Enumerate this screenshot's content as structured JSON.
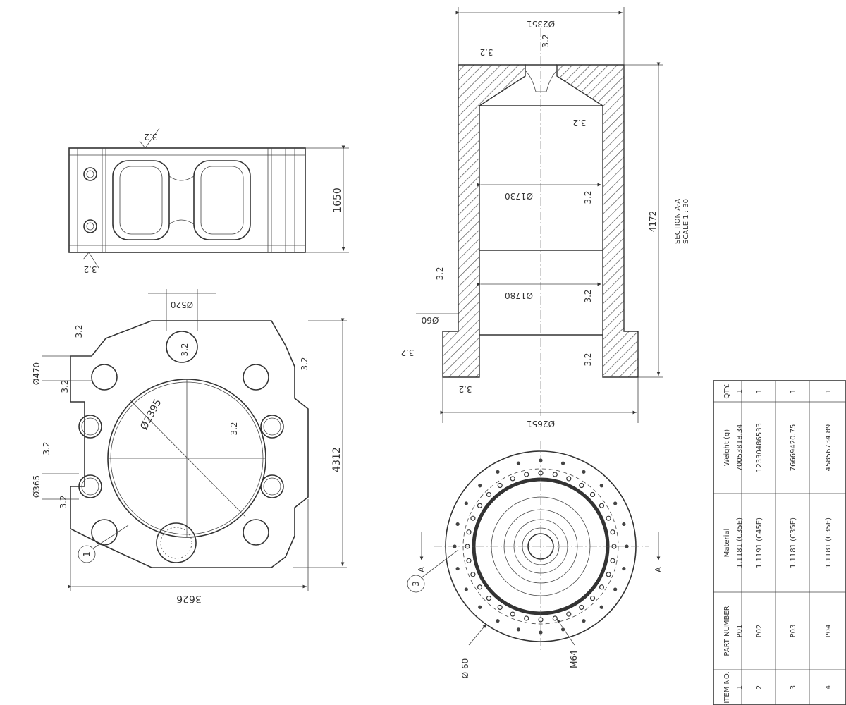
{
  "top_view": {
    "height_dim": "1650",
    "surface_top": "3.2",
    "surface_bottom": "3.2"
  },
  "plate_view": {
    "bore_dia": "Ø2395",
    "height_dim": "4312",
    "width_dim": "3626",
    "hole_top": "Ø520",
    "hole_left_top": "Ø470",
    "hole_left_mid": "Ø365",
    "surface_marks": [
      "3.2",
      "3.2",
      "3.2",
      "3.2",
      "3.2",
      "3.2",
      "3.2"
    ],
    "balloon": "1"
  },
  "section_view": {
    "top_dia": "Ø2351",
    "upper_bore": "Ø1730",
    "lower_bore": "Ø1780",
    "bottom_dia": "Ø2651",
    "small_dia": "Ø60",
    "height_dim": "4172",
    "title": "SECTION A-A",
    "scale": "SCALE 1 : 30",
    "surface_marks": [
      "3.2",
      "3.2",
      "3.2",
      "3.2",
      "3.2",
      "3.2",
      "3.2",
      "3.2",
      "3.2"
    ]
  },
  "flange_view": {
    "hole_dia": "Ø 60",
    "thread": "M64",
    "cut_label": "A",
    "balloon": "3"
  },
  "bom": {
    "headers": [
      "ITEM NO.",
      "PART NUMBER",
      "Material",
      "Weight (g)",
      "QTY."
    ],
    "rows": [
      [
        "1",
        "P01",
        "1.1181 (C35E)",
        "70053818.34",
        "1"
      ],
      [
        "2",
        "P02",
        "1.1191 (C45E)",
        "12330486533",
        "1"
      ],
      [
        "3",
        "P03",
        "1.1181 (C35E)",
        "76669420.75",
        "1"
      ],
      [
        "4",
        "P04",
        "1.1181 (C35E)",
        "45856734.89",
        "1"
      ]
    ]
  }
}
